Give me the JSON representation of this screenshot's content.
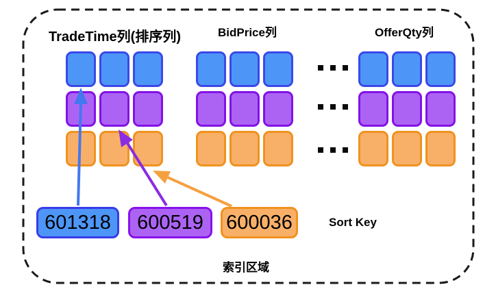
{
  "diagram": {
    "columns": [
      {
        "label": "TradeTime列(排序列)"
      },
      {
        "label": "BidPrice列"
      },
      {
        "label": "OfferQty列"
      }
    ],
    "row_colors": [
      {
        "name": "blue-row",
        "fill": "#4D96F7",
        "border": "#3A49E8"
      },
      {
        "name": "purple-row",
        "fill": "#AC63F4",
        "border": "#8312E6"
      },
      {
        "name": "orange-row",
        "fill": "#F8B069",
        "border": "#F0921E"
      }
    ],
    "cells_per_row": 3,
    "ellipsis": "...",
    "sort_keys": [
      {
        "value": "601318",
        "fill": "#4D96F7",
        "border": "#3A3BE8",
        "arrow": "#4378EF"
      },
      {
        "value": "600519",
        "fill": "#AC63F4",
        "border": "#8712EC",
        "arrow": "#8B2BE2"
      },
      {
        "value": "600036",
        "fill": "#F8B069",
        "border": "#F0921E",
        "arrow": "#F5A040"
      }
    ],
    "sort_key_label": "Sort Key",
    "region_label": "索引区域",
    "outline_color": "#1A1A1A"
  }
}
